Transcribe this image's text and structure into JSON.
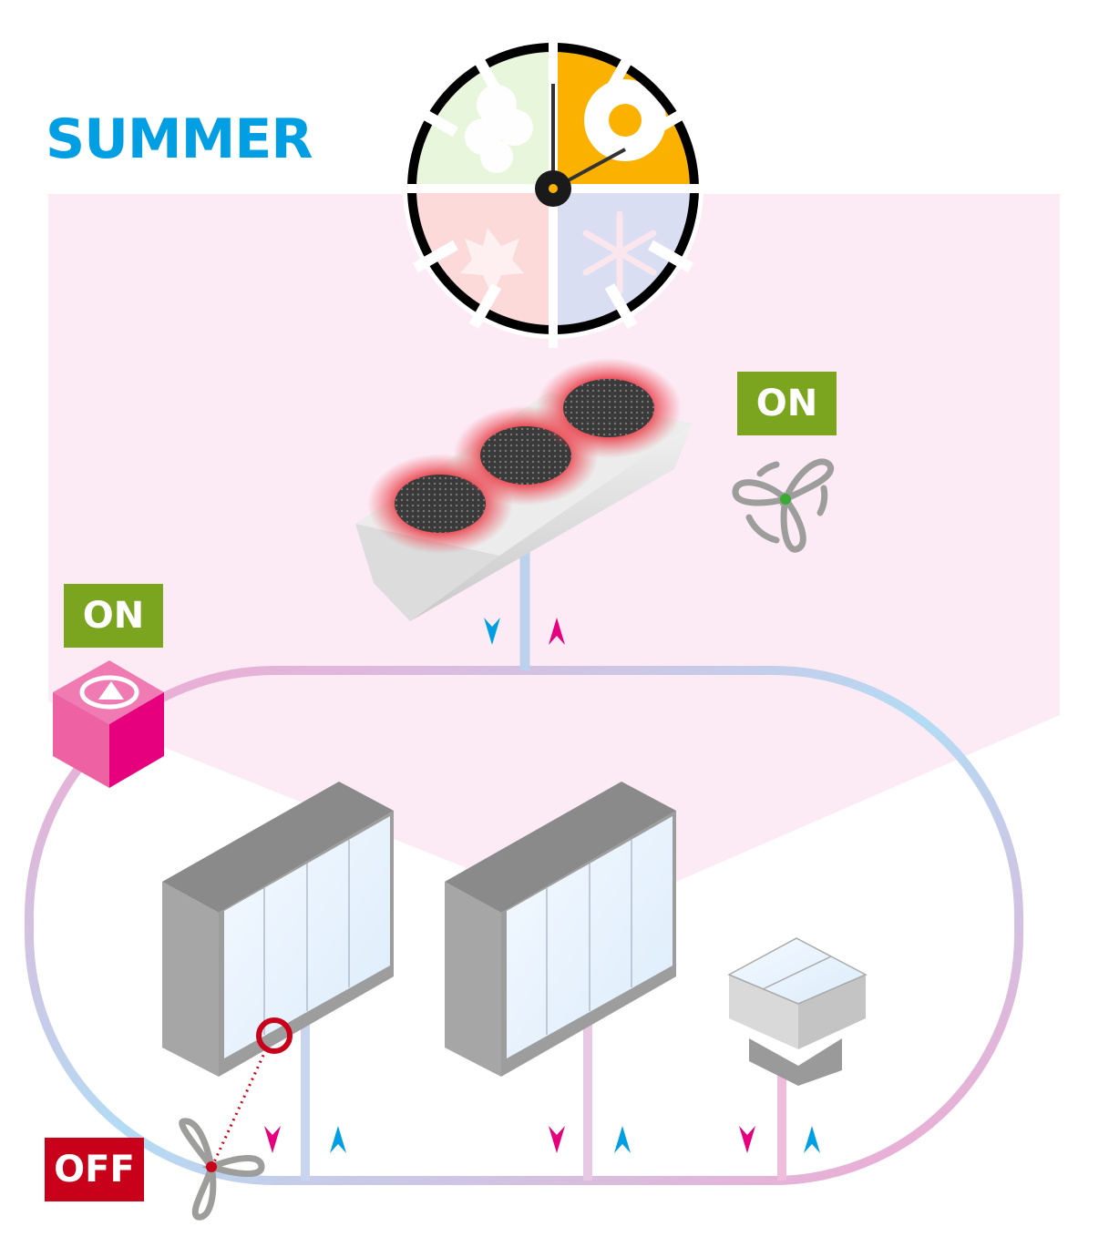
{
  "title": "SUMMER",
  "season_clock": {
    "seasons": [
      "spring",
      "summer",
      "autumn",
      "winter"
    ],
    "active": "summer"
  },
  "condenser": {
    "status": "ON",
    "fan_icon": "fan-icon"
  },
  "pump": {
    "status": "ON",
    "icon": "pump-icon"
  },
  "evaporator_fan": {
    "status": "OFF",
    "fan_icon": "fan-icon"
  },
  "colors": {
    "title": "#009fe3",
    "on": "#7ca51f",
    "off": "#c8001a",
    "hot": "#e6007e",
    "cold": "#009fe3",
    "pink_zone": "#fcebf5"
  }
}
